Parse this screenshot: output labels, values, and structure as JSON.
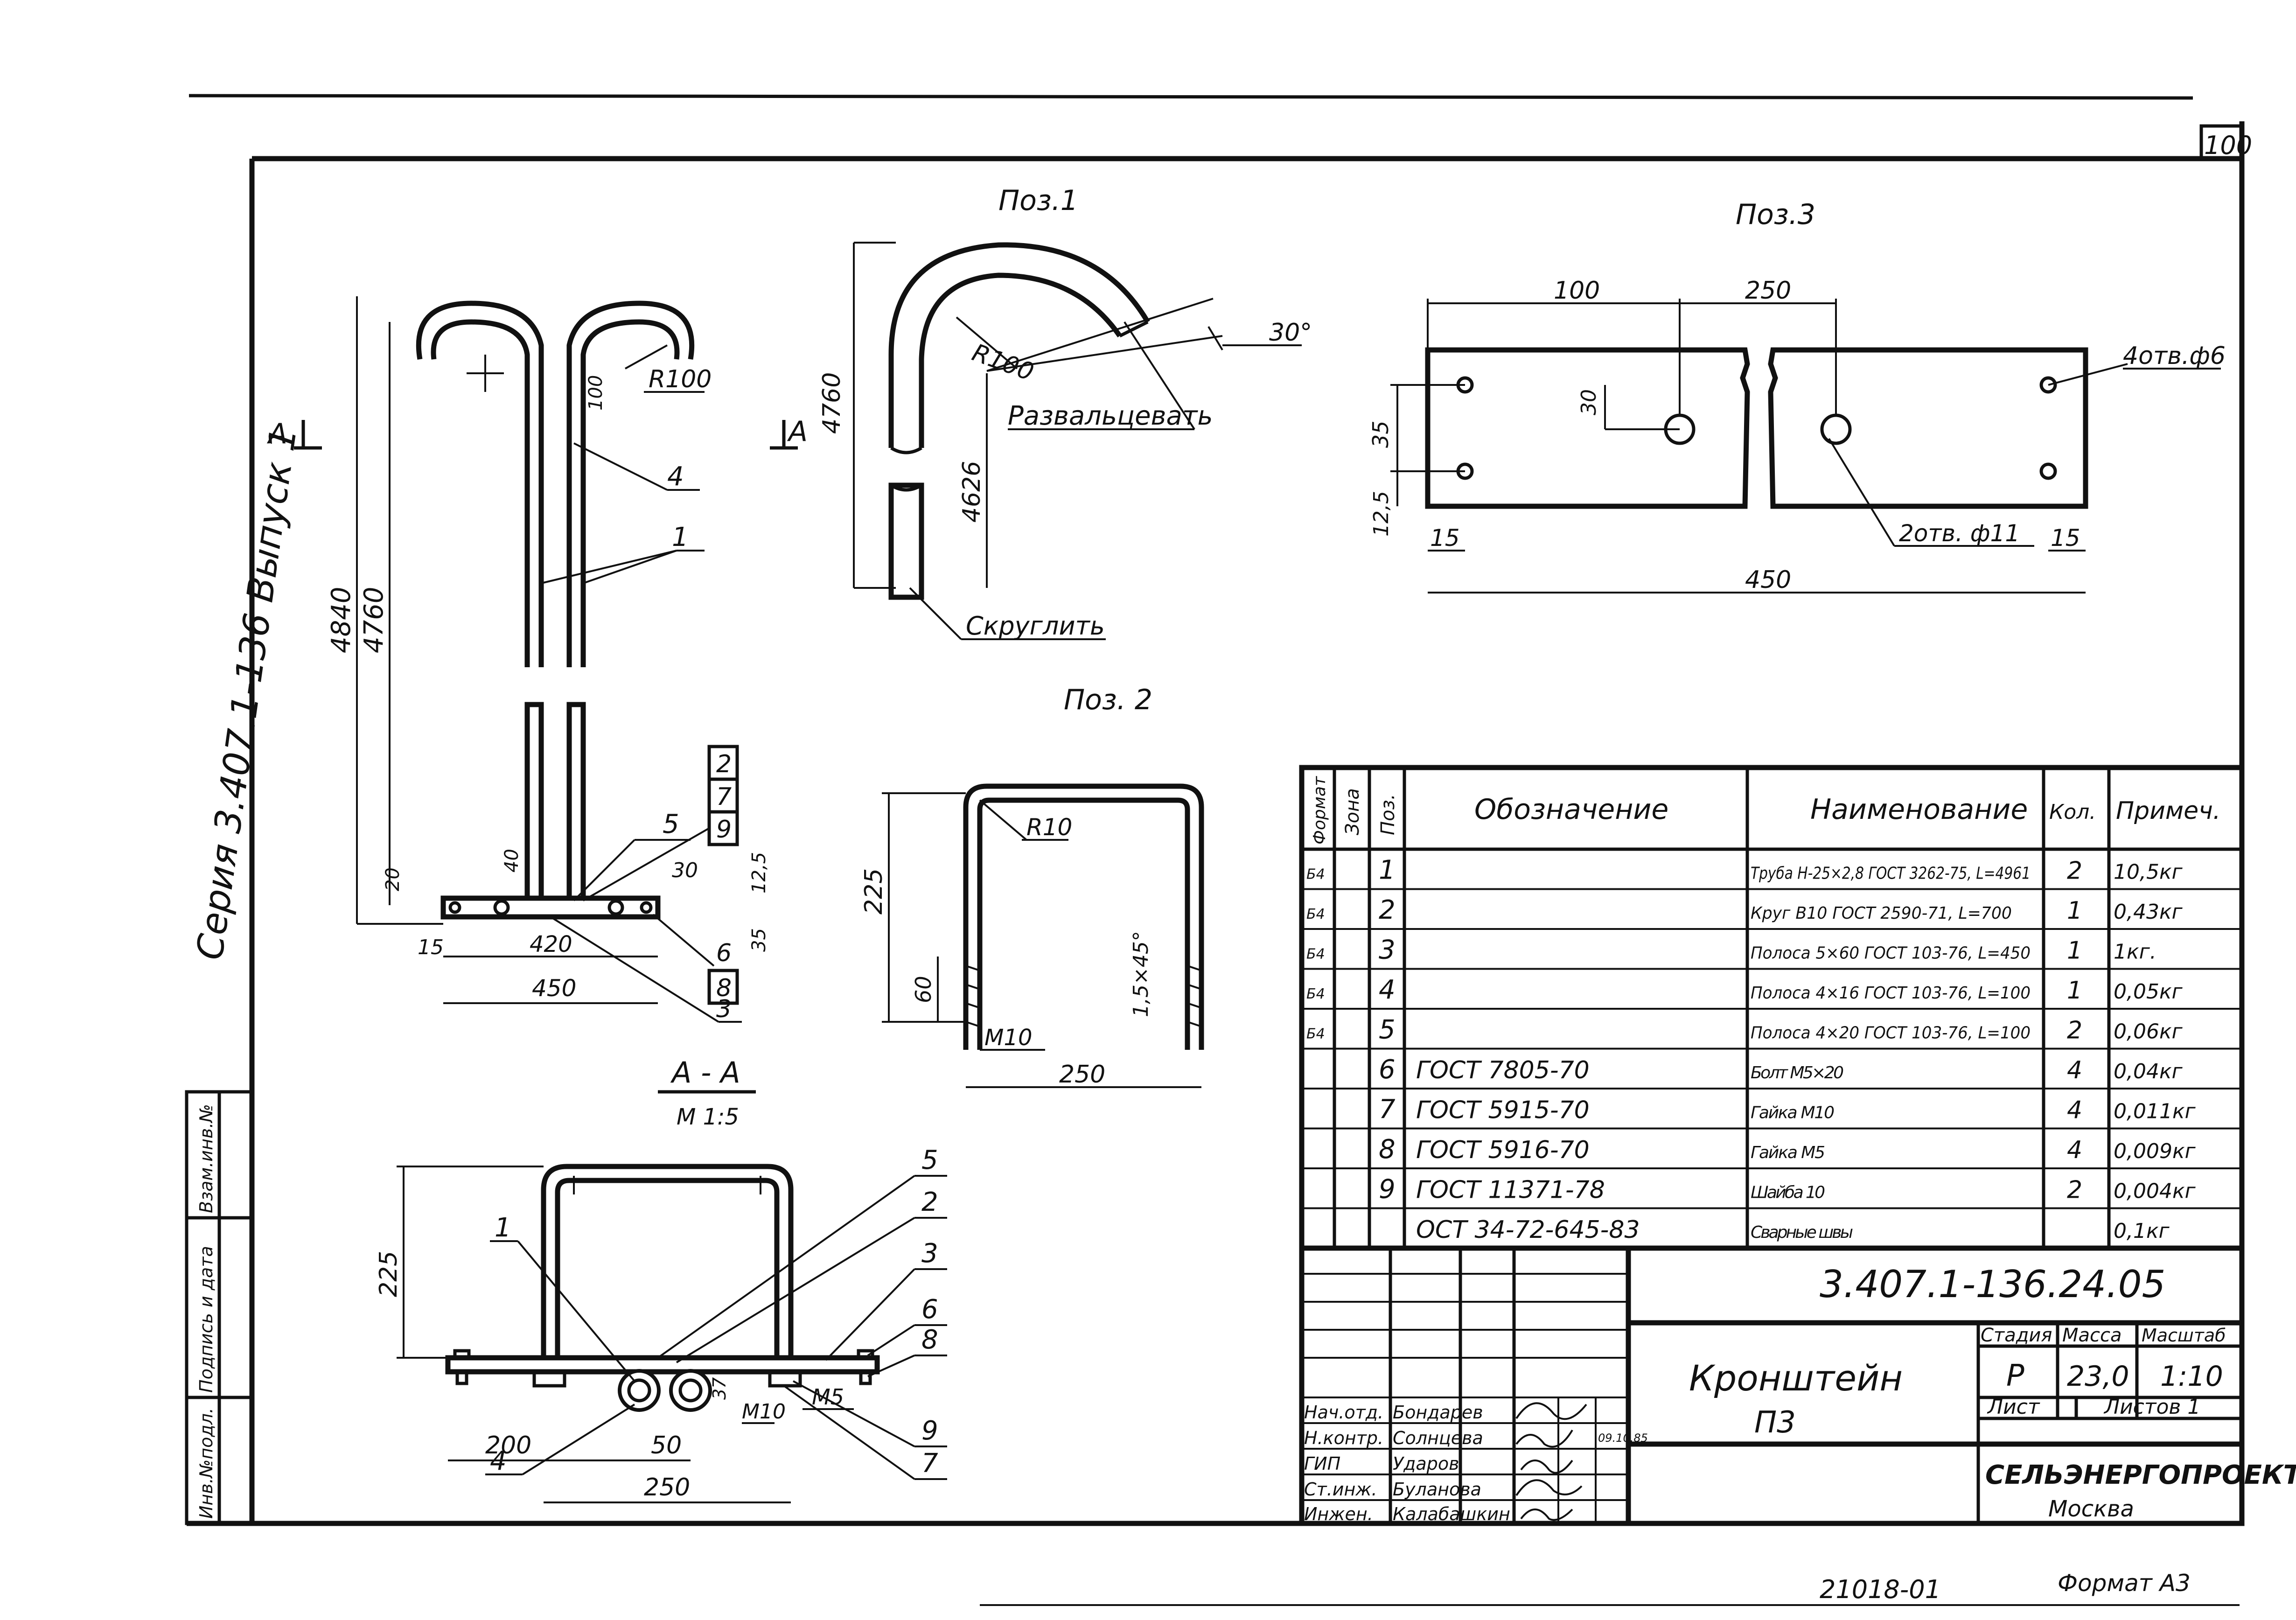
{
  "sheet": {
    "page_number": "100",
    "side_label": "Серия 3.407.1-136   Выпуск 1",
    "footer_code": "21018-01",
    "format": "Формат А3",
    "left_stamp": [
      "Инв.№подл.",
      "Подпись и дата",
      "Взам.инв.№"
    ]
  },
  "views": {
    "main": {
      "section_mark_left": "А",
      "section_mark_right": "А",
      "dims": {
        "total": "4840",
        "tube": "4760",
        "top": "100",
        "radius": "R100",
        "h20": "20",
        "d40": "40",
        "d30": "30",
        "d12_5": "12,5",
        "d15": "15",
        "d420": "420",
        "d35": "35",
        "d450": "450"
      },
      "callouts": [
        "4",
        "1",
        "5",
        "2",
        "7",
        "9",
        "8",
        "6",
        "3"
      ]
    },
    "pos1": {
      "title": "Поз.1",
      "dims": {
        "h4760": "4760",
        "h4626": "4626",
        "radius": "R100",
        "angle": "30°"
      },
      "notes": {
        "flare": "Развальцевать",
        "round": "Скруглить"
      }
    },
    "pos2": {
      "title": "Поз. 2",
      "dims": {
        "h225": "225",
        "radius": "R10",
        "h60": "60",
        "chamfer": "1,5×45°",
        "thread": "М10",
        "w250": "250"
      }
    },
    "pos3": {
      "title": "Поз.3",
      "dims": {
        "d100": "100",
        "d250": "250",
        "d30": "30",
        "d35": "35",
        "d12_5": "12,5",
        "d15a": "15",
        "d15b": "15",
        "d450": "450",
        "holes4": "4отв.ф6",
        "holes2": "2отв. ф11"
      }
    },
    "section_aa": {
      "title": "А - А",
      "scale": "М 1:5",
      "dims": {
        "h225": "225",
        "d200": "200",
        "d50": "50",
        "d250": "250",
        "d37": "37",
        "m10": "М10",
        "m5": "М5"
      },
      "callouts": [
        "1",
        "5",
        "2",
        "3",
        "6",
        "8",
        "9",
        "7",
        "4"
      ]
    }
  },
  "spec": {
    "headers": [
      "Формат",
      "Зона",
      "Поз.",
      "Обозначение",
      "Наименование",
      "Кол.",
      "Примеч."
    ],
    "rows": [
      {
        "format": "Б4",
        "zone": "",
        "pos": "1",
        "designation": "",
        "name": "Труба Н-25×2,8 ГОСТ 3262-75, L=4961",
        "qty": "2",
        "note": "10,5кг"
      },
      {
        "format": "Б4",
        "zone": "",
        "pos": "2",
        "designation": "",
        "name": "Круг В10 ГОСТ 2590-71, L=700",
        "qty": "1",
        "note": "0,43кг"
      },
      {
        "format": "Б4",
        "zone": "",
        "pos": "3",
        "designation": "",
        "name": "Полоса 5×60 ГОСТ 103-76, L=450",
        "qty": "1",
        "note": "1кг."
      },
      {
        "format": "Б4",
        "zone": "",
        "pos": "4",
        "designation": "",
        "name": "Полоса 4×16 ГОСТ 103-76, L=100",
        "qty": "1",
        "note": "0,05кг"
      },
      {
        "format": "Б4",
        "zone": "",
        "pos": "5",
        "designation": "",
        "name": "Полоса 4×20 ГОСТ 103-76, L=100",
        "qty": "2",
        "note": "0,06кг"
      },
      {
        "format": "",
        "zone": "",
        "pos": "6",
        "designation": "ГОСТ 7805-70",
        "name": "Болт М5×20",
        "qty": "4",
        "note": "0,04кг"
      },
      {
        "format": "",
        "zone": "",
        "pos": "7",
        "designation": "ГОСТ 5915-70",
        "name": "Гайка М10",
        "qty": "4",
        "note": "0,011кг"
      },
      {
        "format": "",
        "zone": "",
        "pos": "8",
        "designation": "ГОСТ 5916-70",
        "name": "Гайка М5",
        "qty": "4",
        "note": "0,009кг"
      },
      {
        "format": "",
        "zone": "",
        "pos": "9",
        "designation": "ГОСТ 11371-78",
        "name": "Шайба 10",
        "qty": "2",
        "note": "0,004кг"
      },
      {
        "format": "",
        "zone": "",
        "pos": "",
        "designation": "ОСТ 34-72-645-83",
        "name": "Сварные швы",
        "qty": "",
        "note": "0,1кг"
      }
    ]
  },
  "title_block": {
    "doc_number": "3.407.1-136.24.05",
    "item_name": [
      "Кронштейн",
      "П3"
    ],
    "stage_label": "Стадия",
    "mass_label": "Масса",
    "scale_label": "Масштаб",
    "stage": "Р",
    "mass": "23,0",
    "scale": "1:10",
    "sheet_label": "Лист",
    "sheets_label": "Листов 1",
    "org": "СЕЛЬЭНЕРГОПРОЕКТ",
    "city": "Москва",
    "date": "09.10.85",
    "signers": [
      {
        "role": "Нач.отд.",
        "name": "Бондарев"
      },
      {
        "role": "Н.контр.",
        "name": "Солнцева"
      },
      {
        "role": "ГИП",
        "name": "Ударов"
      },
      {
        "role": "Ст.инж.",
        "name": "Буланова"
      },
      {
        "role": "Инжен.",
        "name": "Калабашкин"
      }
    ]
  }
}
